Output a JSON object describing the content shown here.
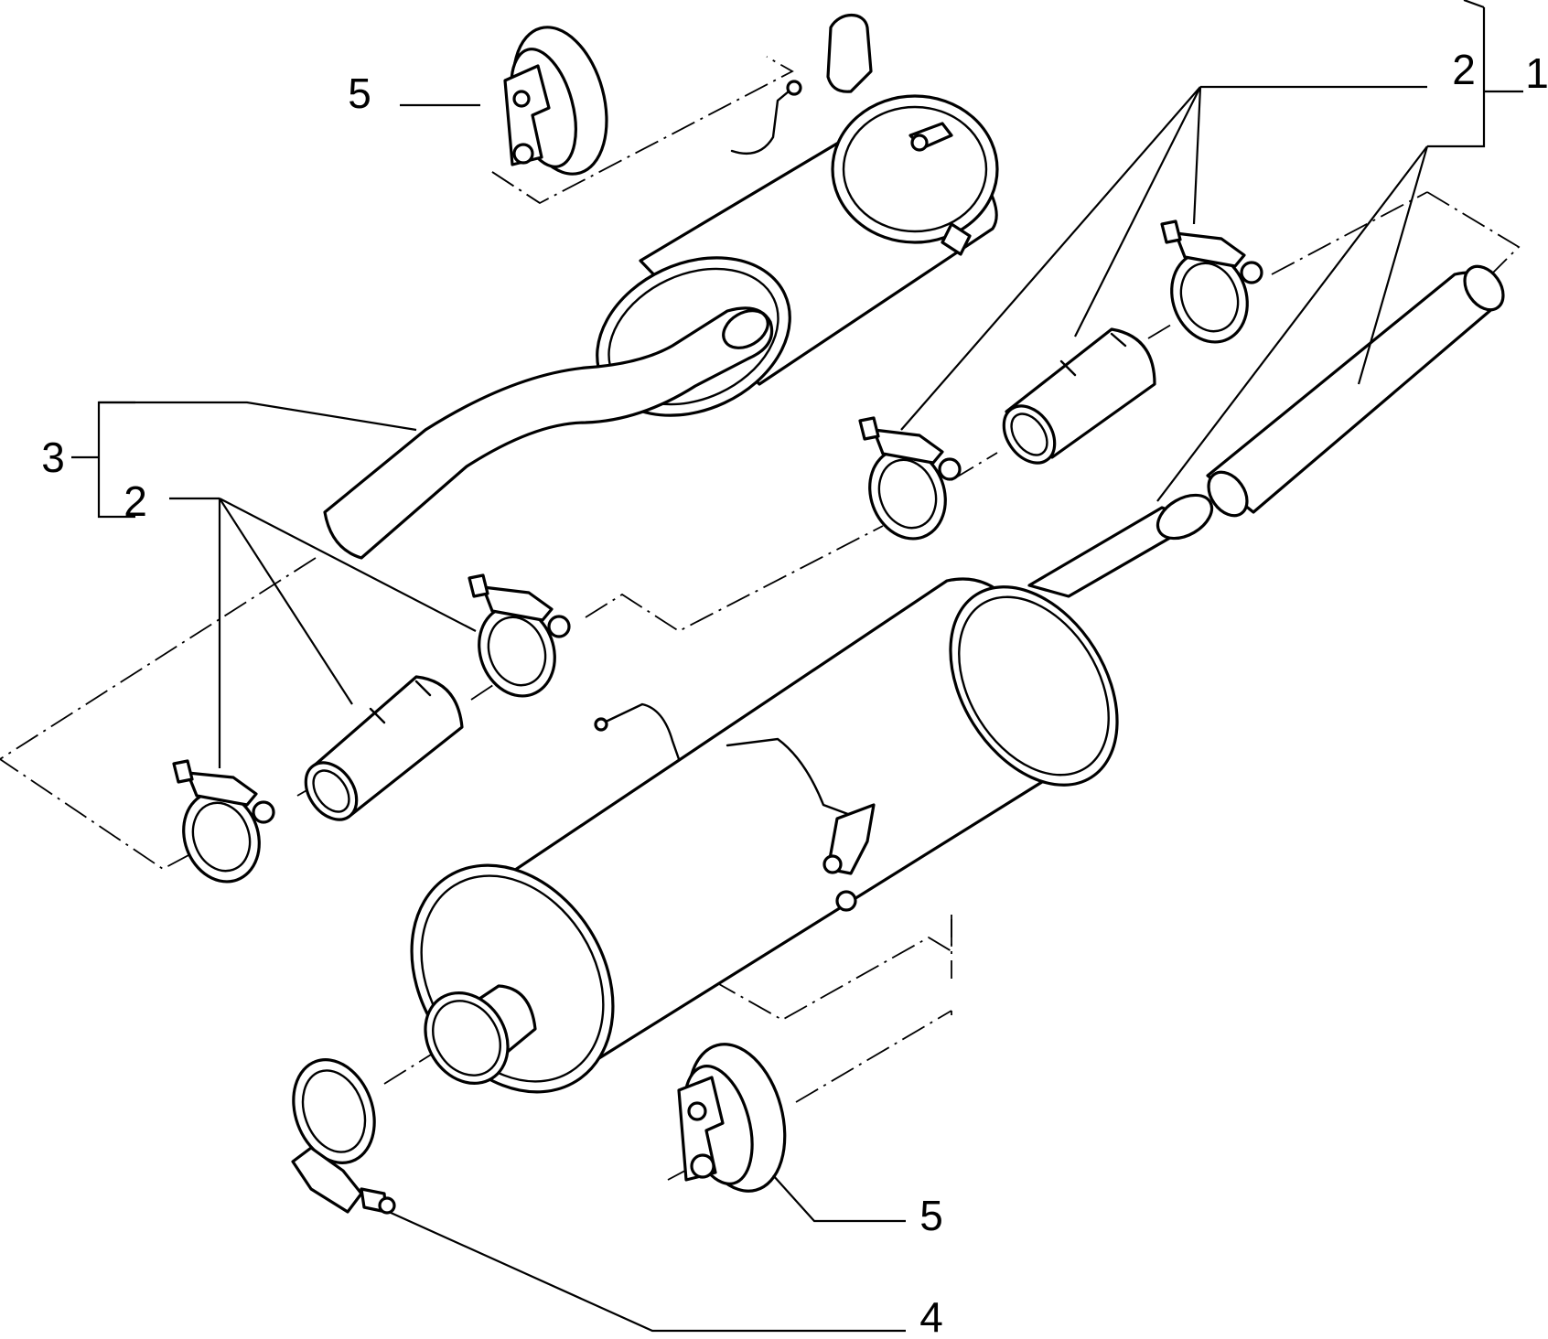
{
  "diagram": {
    "callouts": {
      "c1": "1",
      "c2_right": "2",
      "c2_left": "2",
      "c3": "3",
      "c4": "4",
      "c5_top": "5",
      "c5_bottom": "5"
    }
  }
}
